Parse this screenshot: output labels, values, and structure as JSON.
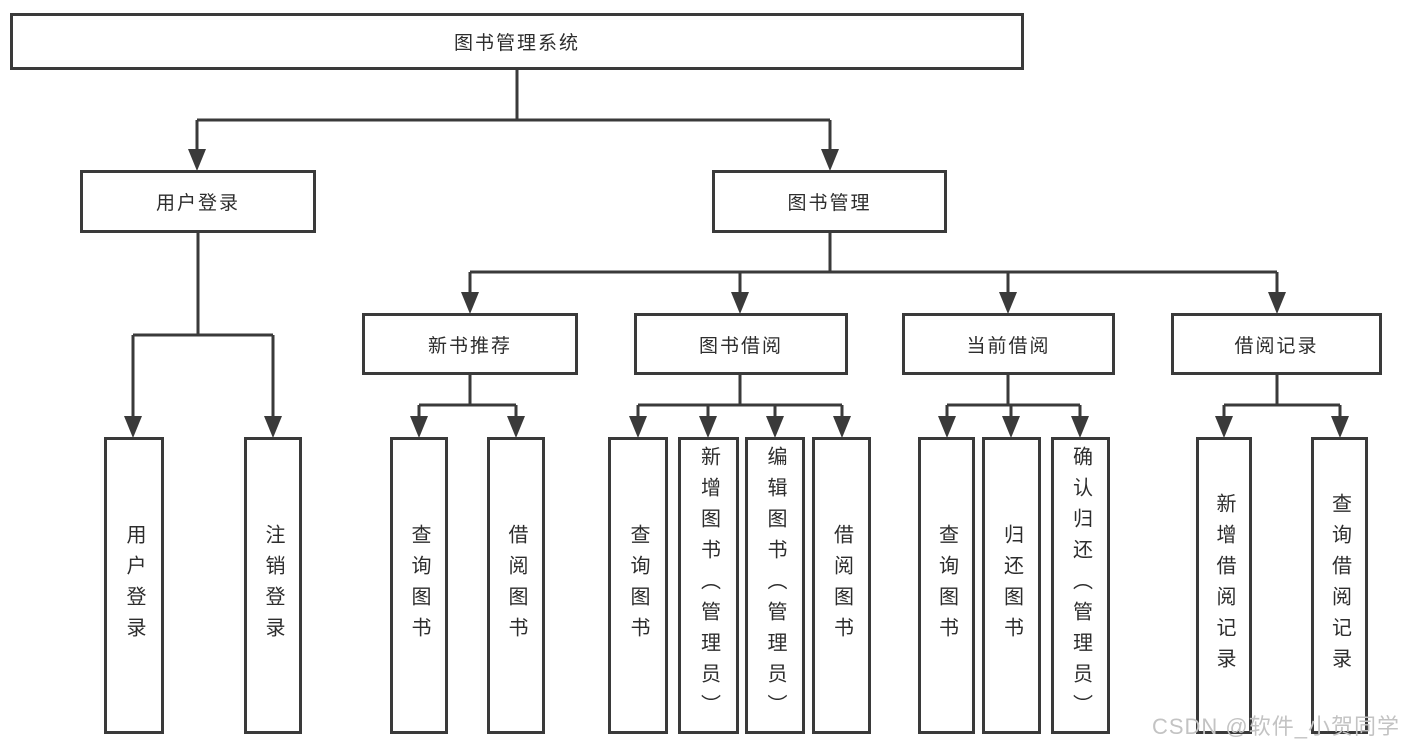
{
  "diagram_type": "hierarchy-tree",
  "tree": {
    "label": "图书管理系统",
    "children": [
      {
        "label": "用户登录",
        "children": [
          {
            "label": "用户登录"
          },
          {
            "label": "注销登录"
          }
        ]
      },
      {
        "label": "图书管理",
        "children": [
          {
            "label": "新书推荐",
            "children": [
              {
                "label": "查询图书"
              },
              {
                "label": "借阅图书"
              }
            ]
          },
          {
            "label": "图书借阅",
            "children": [
              {
                "label": "查询图书"
              },
              {
                "label": "新增图书（管理员）"
              },
              {
                "label": "编辑图书（管理员）"
              },
              {
                "label": "借阅图书"
              }
            ]
          },
          {
            "label": "当前借阅",
            "children": [
              {
                "label": "查询图书"
              },
              {
                "label": "归还图书"
              },
              {
                "label": "确认归还（管理员）"
              }
            ]
          },
          {
            "label": "借阅记录",
            "children": [
              {
                "label": "新增借阅记录"
              },
              {
                "label": "查询借阅记录"
              }
            ]
          }
        ]
      }
    ]
  },
  "watermark": {
    "text": "CSDN @软件_小贺同学"
  },
  "colors": {
    "line": "#3a3a3a",
    "text": "#2d2d2d",
    "box_background": "#ffffff",
    "page_background": "#ffffff",
    "watermark": "#c3c3c3"
  }
}
